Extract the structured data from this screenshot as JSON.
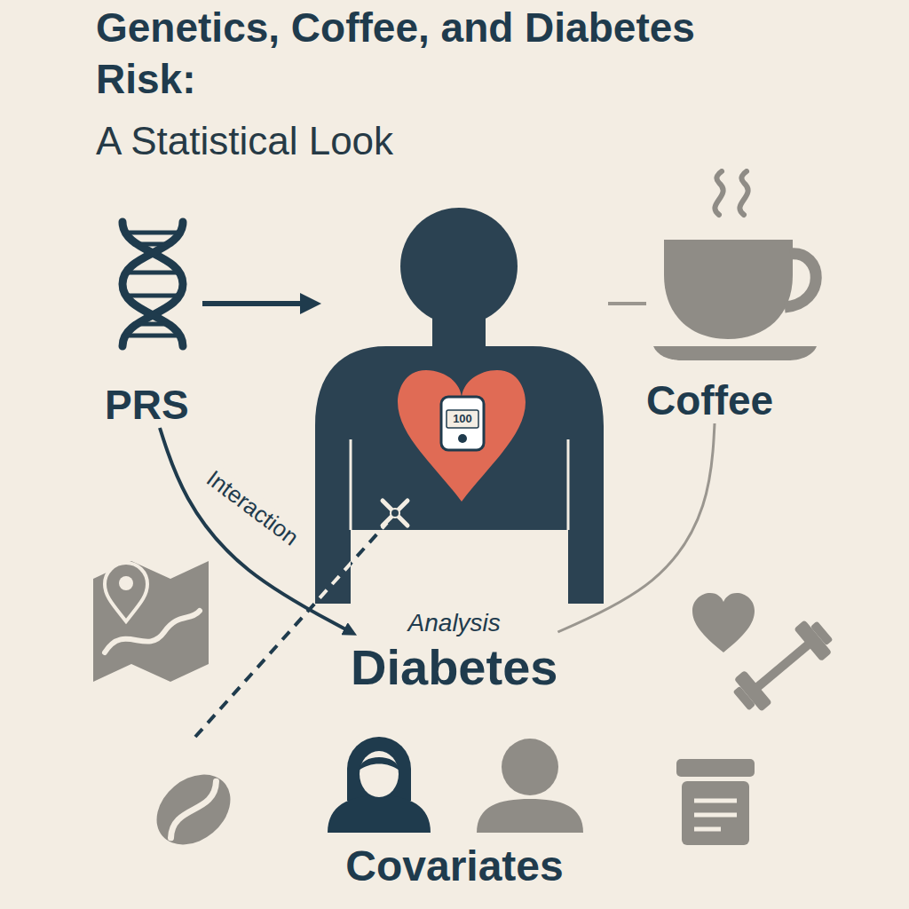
{
  "diagram": {
    "title": "Genetics, Coffee, and Diabetes Risk:",
    "nodes": [
      {
        "text": [
          "PRS"
        ]
      },
      {
        "text": [
          "100"
        ]
      },
      {
        "text": [
          "Coffee"
        ]
      },
      {
        "text": [
          "Analysis",
          "Diabetes"
        ]
      },
      {
        "text": [
          "Covariates"
        ]
      }
    ],
    "edges": [
      {
        "from": 0,
        "to": 1,
        "arrow": "to"
      },
      {
        "from": 1,
        "to": 2,
        "arrow": "none"
      },
      {
        "from": 0,
        "to": 3,
        "arrow": "to",
        "label": "Interaction"
      },
      {
        "from": 2,
        "to": 3,
        "arrow": "none"
      }
    ],
    "labels": [
      "A Statistical Look"
    ]
  }
}
